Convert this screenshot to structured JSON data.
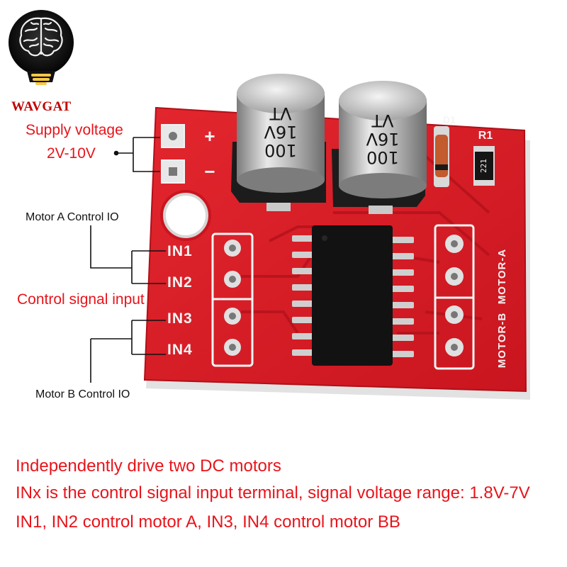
{
  "brand": {
    "name": "WAVGAT"
  },
  "labels": {
    "supply_line1": "Supply voltage",
    "supply_line2": "2V-10V",
    "motor_a_io": "Motor A Control IO",
    "control_signal": "Control signal input",
    "motor_b_io": "Motor B Control IO"
  },
  "board": {
    "plus": "+",
    "minus": "−",
    "d1": "D1",
    "r1": "R1",
    "resistor_code": "221",
    "in1": "IN1",
    "in2": "IN2",
    "in3": "IN3",
    "in4": "IN4",
    "motor_a": "MOTOR-A",
    "motor_b": "MOTOR-B",
    "cap_left": {
      "value": "100",
      "voltage": "16V",
      "mark": "VT"
    },
    "cap_right": {
      "value": "100",
      "voltage": "16V",
      "mark": "VT"
    }
  },
  "description": {
    "line1": "Independently drive two DC motors",
    "line2": "INx is the control signal input terminal, signal voltage range: 1.8V-7V",
    "line3": "IN1, IN2 control motor A, IN3, IN4 control motor BB"
  },
  "colors": {
    "pcb": "#d8202a",
    "text_red": "#e8141b",
    "brand_red": "#c00000"
  }
}
